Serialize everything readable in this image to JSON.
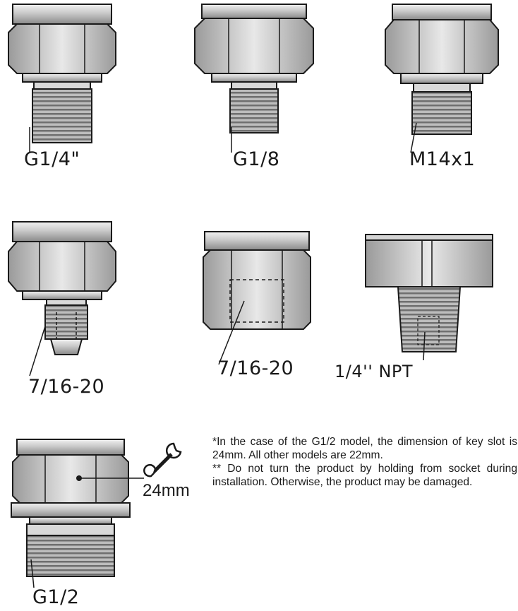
{
  "fittings": [
    {
      "id": "g14",
      "label": "G1/4\""
    },
    {
      "id": "g18",
      "label": "G1/8"
    },
    {
      "id": "m14",
      "label": "M14x1"
    },
    {
      "id": "716a",
      "label": "7/16-20"
    },
    {
      "id": "716b",
      "label": "7/16-20"
    },
    {
      "id": "npt",
      "label": "1/4'' NPT"
    },
    {
      "id": "g12",
      "label": "G1/2"
    }
  ],
  "wrench": {
    "size_label": "24mm",
    "icon": "wrench-icon"
  },
  "notes": {
    "note1": "*In the case of the G1/2 model, the dimension of key slot is 24mm. All other models are 22mm.",
    "note2": "** Do not turn the product by holding from socket during installation. Otherwise, the product may be damaged."
  },
  "colors": {
    "metal_light": "#e6e6e6",
    "metal_mid": "#bdbdbd",
    "metal_dark": "#7a7a7a",
    "outline": "#1a1a1a"
  }
}
